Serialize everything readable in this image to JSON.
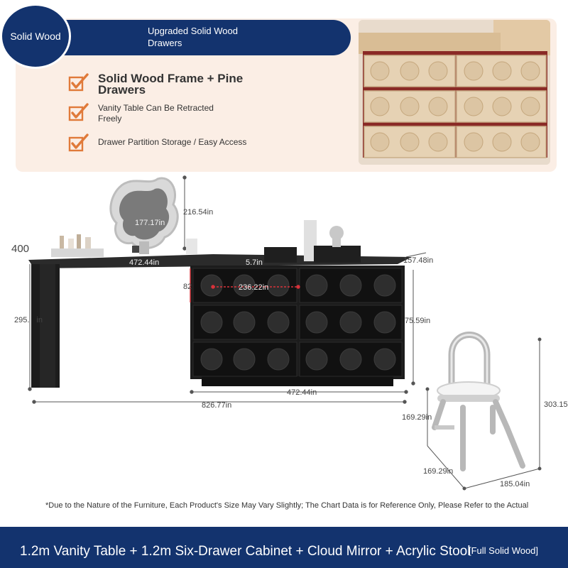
{
  "header": {
    "badge": "Solid Wood",
    "title_line1": "Upgraded Solid Wood",
    "title_line2": "Drawers",
    "features": [
      {
        "line1": "Solid Wood Frame + Pine",
        "line2": "Drawers"
      },
      {
        "line1": "Vanity Table Can Be Retracted",
        "line2": "Freely"
      },
      {
        "line1": "Drawer Partition Storage / Easy Access",
        "line2": ""
      }
    ]
  },
  "dimensions": {
    "corner_label": "400",
    "mirror_height": "216.54in",
    "mirror_width": "177.17in",
    "table_width": "472.44in",
    "drawer_inner": "236.22in",
    "drawer_height": "82",
    "cabinet_top_gap": "5.7in",
    "cabinet_depth": "157.48in",
    "table_height": "295.",
    "table_height_unit": "in",
    "cabinet_height": "75.59in",
    "cabinet_width": "472.44in",
    "total_width": "826.77in",
    "stool_height": "303.15",
    "stool_depth": "169.29in",
    "stool_depth_bottom": "169.29in",
    "stool_width": "185.04in"
  },
  "notice": "*Due to the Nature of the Furniture, Each Product's Size May Vary Slightly; The Chart Data is for Reference Only, Please Refer to the Actual",
  "footer": {
    "title": "1.2m Vanity Table + 1.2m Six-Drawer Cabinet + Cloud Mirror + Acrylic Stool",
    "tag": "[Full Solid Wood]"
  },
  "colors": {
    "navy": "#13336e",
    "panel": "#fbeee5",
    "check": "#e07a3a",
    "furniture": "#1c1c1c"
  },
  "icons": [
    "check-icon",
    "drawer-photo",
    "vanity-illustration",
    "stool-illustration"
  ]
}
